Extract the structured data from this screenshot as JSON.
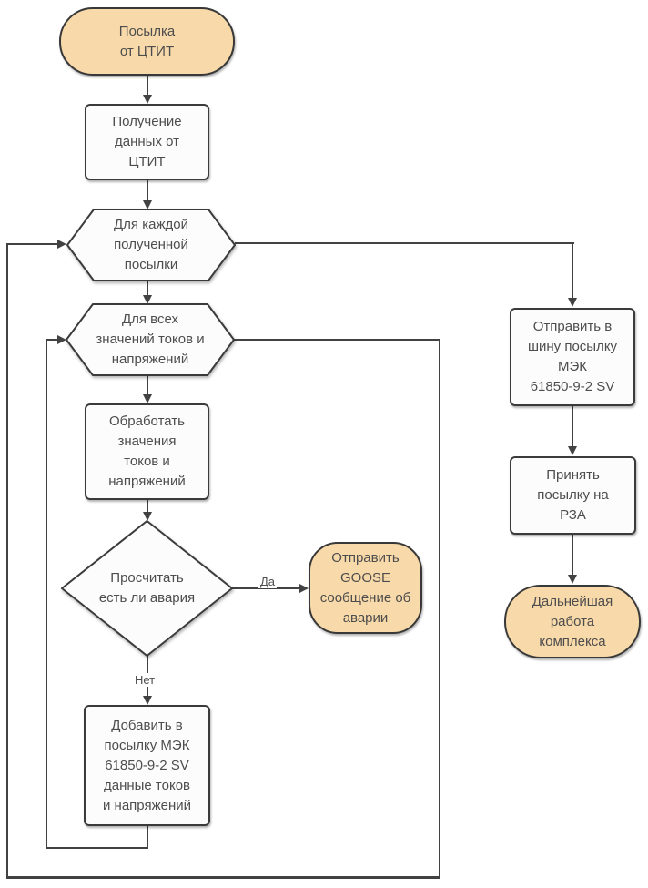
{
  "diagram": {
    "type": "flowchart",
    "language": "ru",
    "nodes": [
      {
        "id": "start",
        "shape": "terminator",
        "label": "Посылка\nот ЦТИТ"
      },
      {
        "id": "receive-data",
        "shape": "process",
        "label": "Получение\nданных от\nЦТИТ"
      },
      {
        "id": "loop-packets",
        "shape": "loop-hexagon",
        "label": "Для каждой\nполученной\nпосылки"
      },
      {
        "id": "loop-values",
        "shape": "loop-hexagon",
        "label": "Для всех\nзначений токов и\nнапряжений"
      },
      {
        "id": "process-values",
        "shape": "process",
        "label": "Обработать\nзначения\nтоков и\nнапряжений"
      },
      {
        "id": "check-fault",
        "shape": "decision",
        "label": "Просчитать\nесть ли авария"
      },
      {
        "id": "send-goose",
        "shape": "terminator",
        "label": "Отправить\nGOOSE\nсообщение об\nаварии"
      },
      {
        "id": "add-to-packet",
        "shape": "process",
        "label": "Добавить в\nпосылку МЭК\n61850-9-2 SV\nданные токов\nи напряжений"
      },
      {
        "id": "send-to-bus",
        "shape": "process",
        "label": "Отправить в\nшину посылку\nМЭК\n61850-9-2 SV"
      },
      {
        "id": "receive-rza",
        "shape": "process",
        "label": "Принять\nпосылку на\nРЗА"
      },
      {
        "id": "end",
        "shape": "terminator",
        "label": "Дальнейшая\nработа\nкомплекса"
      }
    ],
    "edge_labels": {
      "yes": "Да",
      "no": "Нет"
    },
    "colors": {
      "terminator_fill": "#f8d9a9",
      "process_fill": "#fcfcfc",
      "stroke": "#3b3b3b",
      "edge_line": "#424242",
      "text": "#4d4d4d"
    }
  }
}
